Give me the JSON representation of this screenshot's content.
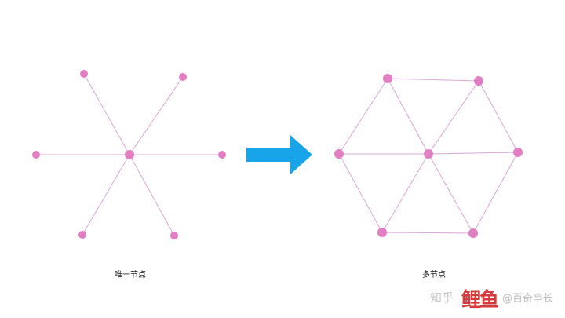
{
  "diagram": {
    "colors": {
      "node": "#e27fc3",
      "edge": "#d9a8d4",
      "arrow": "#17a4e8",
      "text": "#222222"
    },
    "left": {
      "caption": "唯一节点",
      "nodes": [
        "center",
        "up-left",
        "up-right",
        "left",
        "right",
        "down-left",
        "down-right"
      ],
      "edges": [
        [
          "center",
          "up-left"
        ],
        [
          "center",
          "up-right"
        ],
        [
          "center",
          "left"
        ],
        [
          "center",
          "right"
        ],
        [
          "center",
          "down-left"
        ],
        [
          "center",
          "down-right"
        ]
      ]
    },
    "right": {
      "caption": "多节点",
      "nodes": [
        "center",
        "top-left",
        "top-right",
        "left",
        "right",
        "bottom-left",
        "bottom-right"
      ],
      "edges": [
        [
          "center",
          "top-left"
        ],
        [
          "center",
          "top-right"
        ],
        [
          "center",
          "left"
        ],
        [
          "center",
          "right"
        ],
        [
          "center",
          "bottom-left"
        ],
        [
          "center",
          "bottom-right"
        ],
        [
          "top-left",
          "top-right"
        ],
        [
          "top-right",
          "right"
        ],
        [
          "right",
          "bottom-right"
        ],
        [
          "bottom-right",
          "bottom-left"
        ],
        [
          "bottom-left",
          "left"
        ],
        [
          "left",
          "top-left"
        ]
      ]
    },
    "arrow": {
      "icon": "right-arrow-icon"
    }
  },
  "watermark": {
    "text_a": "知乎",
    "logo": "鲤鱼",
    "text_b": "@百奇亭长"
  }
}
